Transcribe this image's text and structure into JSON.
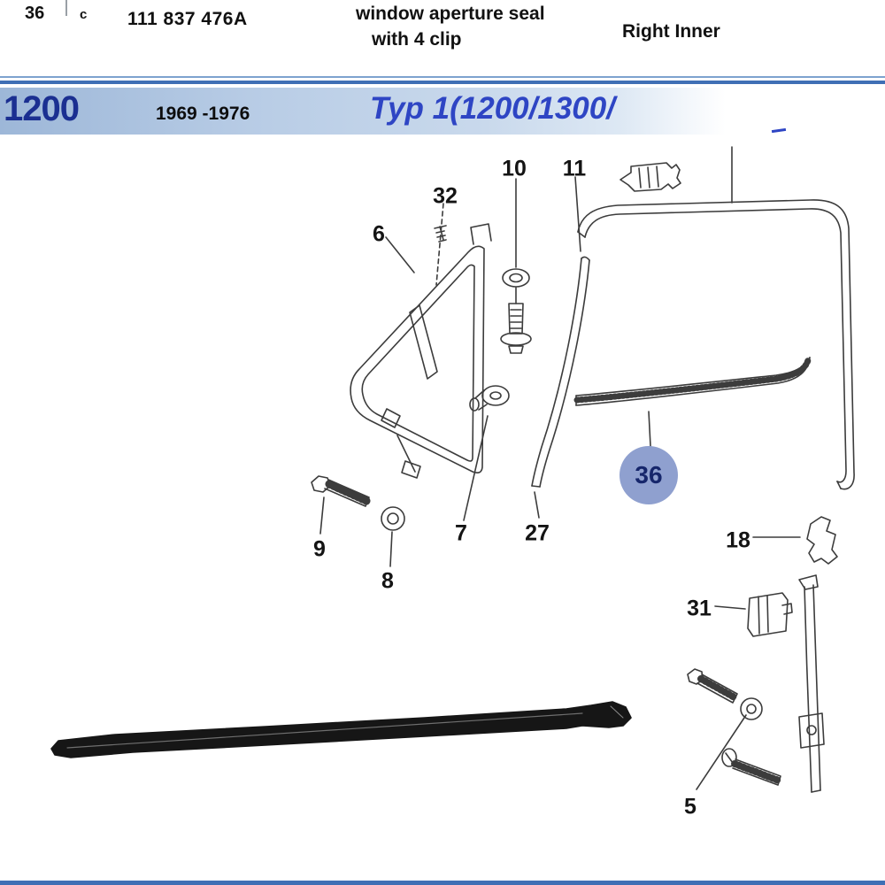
{
  "part_row": {
    "ref": "36",
    "code": "c",
    "part_number": "111 837 476A",
    "description_line1": "window aperture seal",
    "description_line2": "with 4 clip",
    "position": "Right Inner"
  },
  "model_header": {
    "model": "1200",
    "years": "1969 -1976",
    "type_label": "Typ 1(1200/1300/"
  },
  "diagram": {
    "callouts": [
      {
        "label": "6"
      },
      {
        "label": "32"
      },
      {
        "label": "10"
      },
      {
        "label": "11"
      },
      {
        "label": "9"
      },
      {
        "label": "8"
      },
      {
        "label": "7"
      },
      {
        "label": "27"
      },
      {
        "label": "18"
      },
      {
        "label": "31"
      },
      {
        "label": "5"
      }
    ],
    "highlight": {
      "label": "36"
    }
  },
  "colors": {
    "band_blue": "#b9cde6",
    "model_text_blue": "#1b2f91",
    "type_text_blue": "#2e45c4",
    "rule_blue": "#3f6fb5",
    "highlight_circle": "#8fa0cf",
    "highlight_text": "#16266b",
    "line_art": "#3c3c3c",
    "seal_strip_black": "#161616"
  }
}
